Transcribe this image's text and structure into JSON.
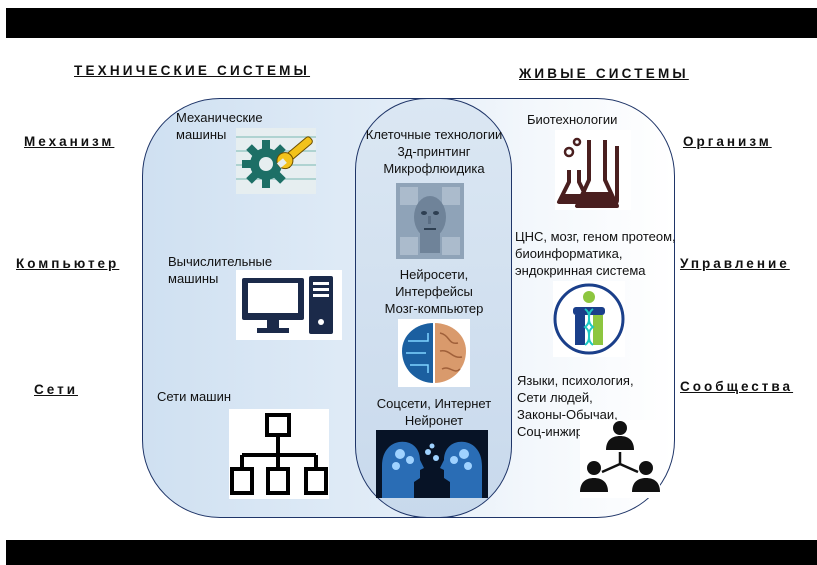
{
  "titles": {
    "left": "ТЕХНИЧЕСКИЕ СИСТЕМЫ",
    "right": "ЖИВЫЕ СИСТЕМЫ"
  },
  "left_labels": [
    "Механизм",
    "Компьютер",
    "Сети"
  ],
  "right_labels": [
    "Организм",
    "Управление",
    "Сообщества"
  ],
  "technical": [
    {
      "text": "Механические\nмашины",
      "icon": "gear-wrench-icon"
    },
    {
      "text": "Вычислительные\nмашины",
      "icon": "desktop-computer-icon"
    },
    {
      "text": "Сети машин",
      "icon": "network-hierarchy-icon"
    }
  ],
  "center": [
    {
      "text": "Клеточные технологии\n3д-принтинг\nМикрофлюидика",
      "icon": "puzzle-head-icon"
    },
    {
      "text": "Нейросети,\nИнтерфейсы\nМозг-компьютер",
      "icon": "brain-chip-icon"
    },
    {
      "text": "Соцсети, Интернет\nНейронет",
      "icon": "connected-heads-icon"
    }
  ],
  "living": [
    {
      "text": "Биотехнологии",
      "icon": "lab-flasks-icon"
    },
    {
      "text": "ЦНС, мозг, геном протеом,\nбиоинформатика,\nэндокринная система",
      "icon": "dna-human-icon"
    },
    {
      "text": "Языки, психология,\nСети людей,\nЗаконы-Обычаи,\nСоц-инжиринг",
      "icon": "people-network-icon"
    }
  ],
  "colors": {
    "border": "#1f3568",
    "icon_dark": "#1b2a4a",
    "lab_dark": "#4a1f1f",
    "accent_yellow": "#f2c21b",
    "accent_green": "#8dc63f"
  }
}
